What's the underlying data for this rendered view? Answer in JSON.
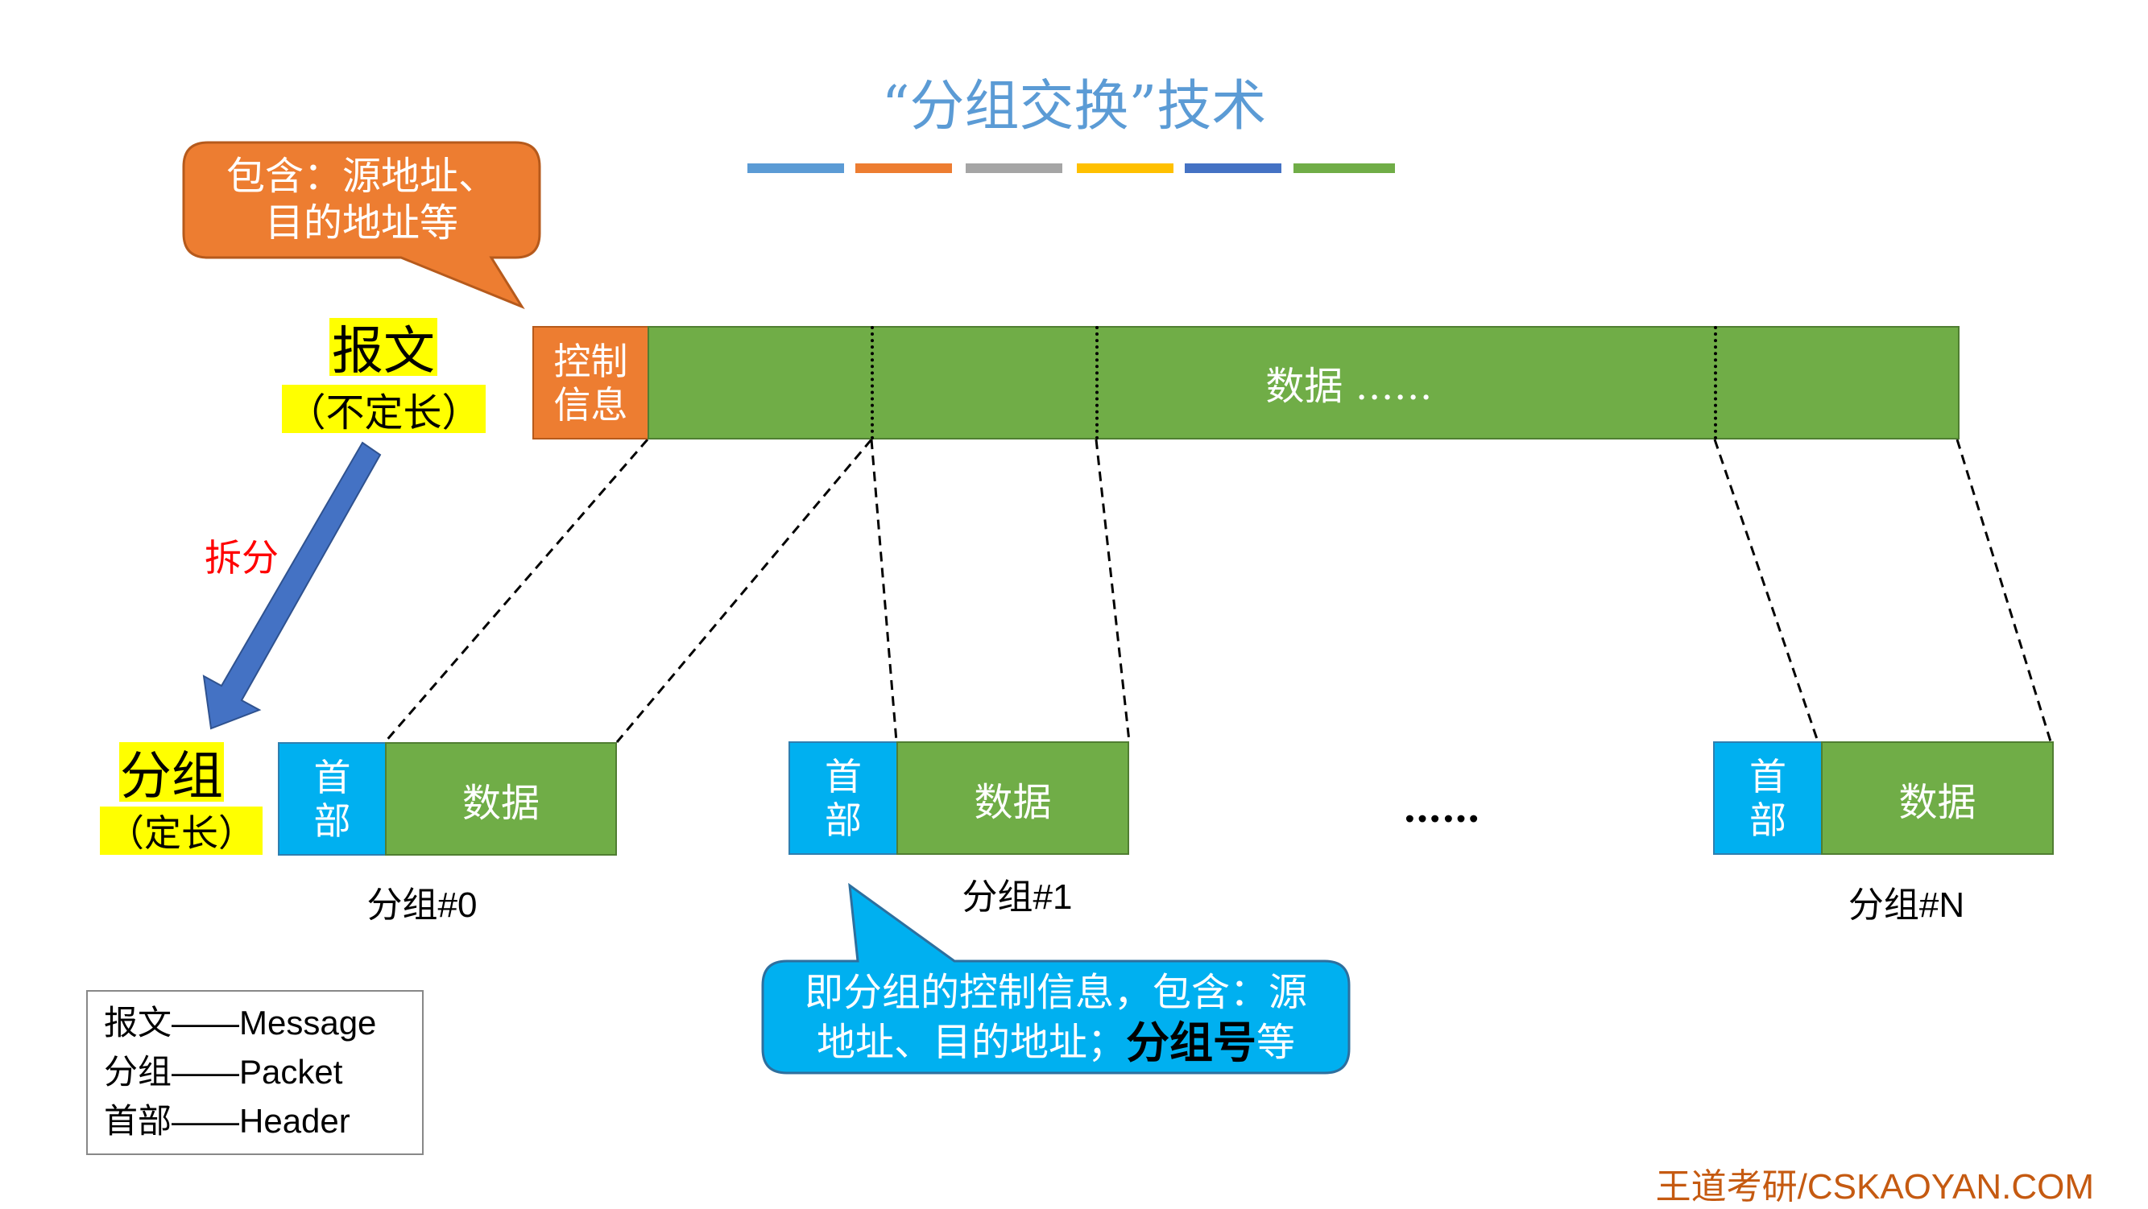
{
  "title": "“分组交换”技术",
  "title_color": "#5B9BD5",
  "color_bars": [
    "#5B9BD5",
    "#ED7D31",
    "#A5A5A5",
    "#FFC000",
    "#4472C4",
    "#70AD47"
  ],
  "top_callout": {
    "line1": "包含：源地址、",
    "line2": "目的地址等",
    "color": "#ED7D31"
  },
  "message": {
    "label": "报文",
    "sublabel": "（不定长）",
    "control_line1": "控制",
    "control_line2": "信息",
    "data_text": "数据 ……"
  },
  "split_label": "拆分",
  "packet_label": {
    "label": "分组",
    "sublabel": "（定长）"
  },
  "packets": [
    {
      "header_line1": "首",
      "header_line2": "部",
      "data": "数据",
      "caption": "分组#0"
    },
    {
      "header_line1": "首",
      "header_line2": "部",
      "data": "数据",
      "caption": "分组#1"
    },
    {
      "header_line1": "首",
      "header_line2": "部",
      "data": "数据",
      "caption": "分组#N"
    }
  ],
  "ellipsis": "……",
  "bottom_callout": {
    "line1": "即分组的控制信息，包含：源",
    "line2_a": "地址、目的地址；",
    "line2_b": "分组号",
    "line2_c": "等",
    "color": "#00B0F0"
  },
  "legend": [
    "报文——Message",
    "分组——Packet",
    "首部——Header"
  ],
  "footer": "王道考研/CSKAOYAN.COM"
}
